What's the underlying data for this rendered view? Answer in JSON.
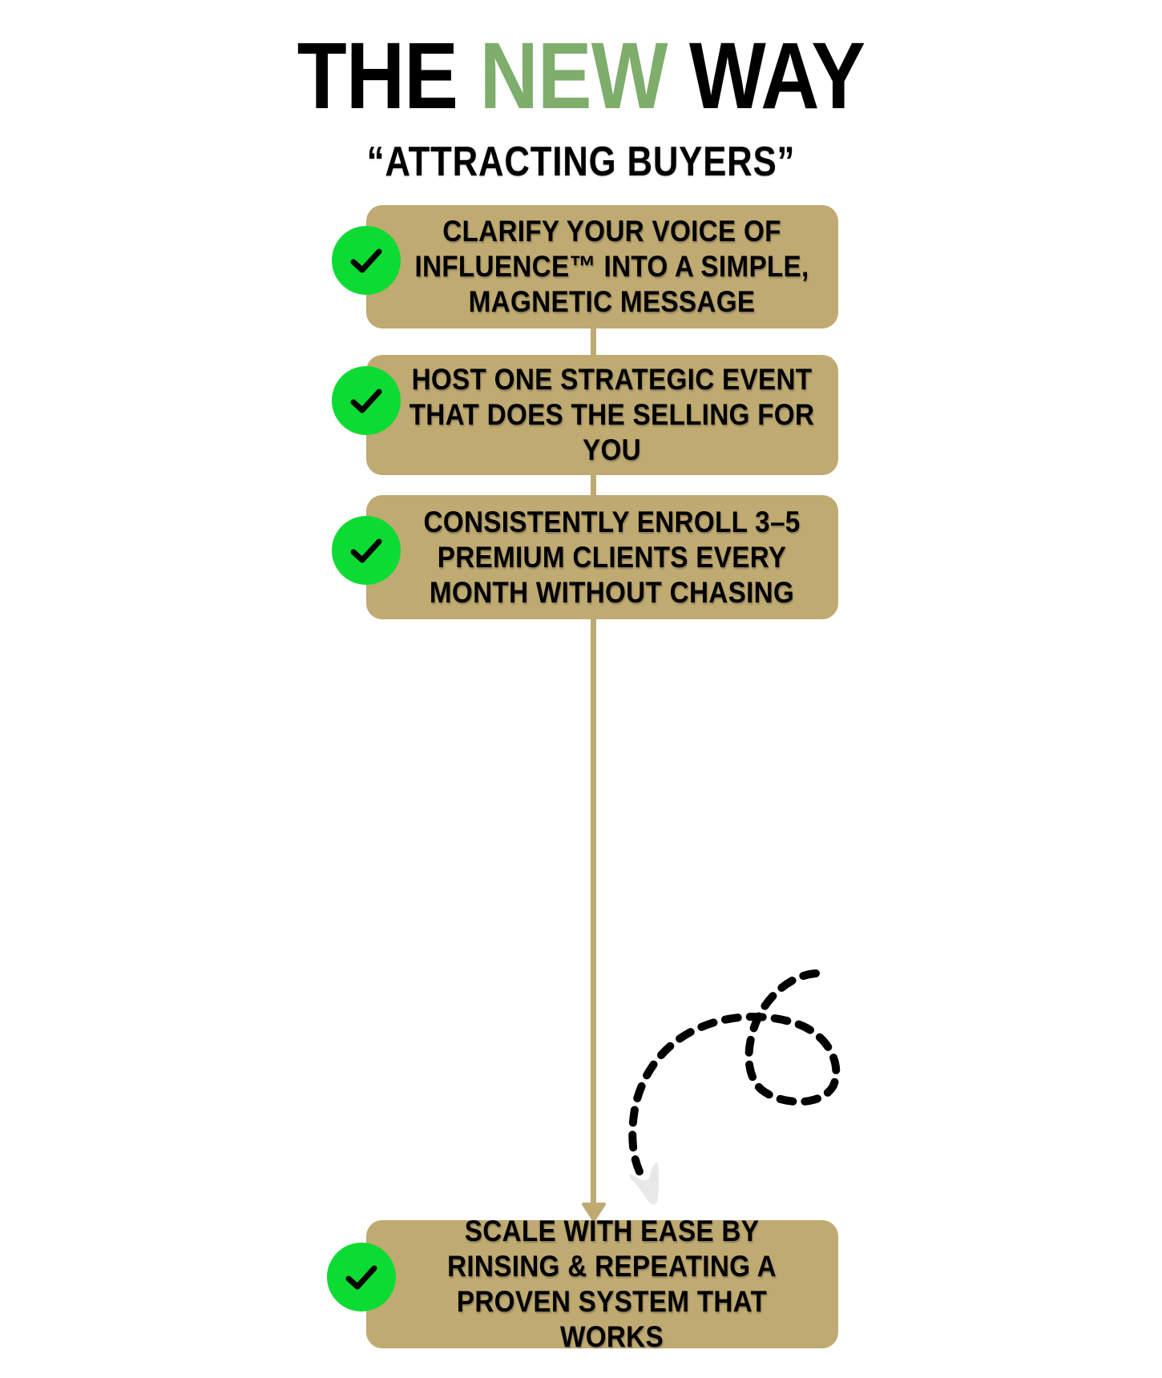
{
  "header": {
    "title_part1": "THE ",
    "title_accent": "NEW",
    "title_part2": " WAY",
    "subtitle": "“ATTRACTING BUYERS”"
  },
  "colors": {
    "accent_green_text": "#7EAD6C",
    "step_box": "#BFAA72",
    "check_circle": "#0CDB33",
    "text": "#000000"
  },
  "steps": [
    {
      "icon": "check-icon",
      "text": "CLARIFY YOUR VOICE OF INFLUENCE™ INTO A SIMPLE, MAGNETIC MESSAGE"
    },
    {
      "icon": "check-icon",
      "text": "HOST ONE STRATEGIC EVENT THAT DOES THE SELLING FOR YOU"
    },
    {
      "icon": "check-icon",
      "text": "CONSISTENTLY ENROLL 3–5 PREMIUM CLIENTS EVERY MONTH WITHOUT CHASING"
    },
    {
      "icon": "check-icon",
      "text": "SCALE WITH EASE BY RINSING & REPEATING A PROVEN SYSTEM THAT WORKS"
    }
  ]
}
